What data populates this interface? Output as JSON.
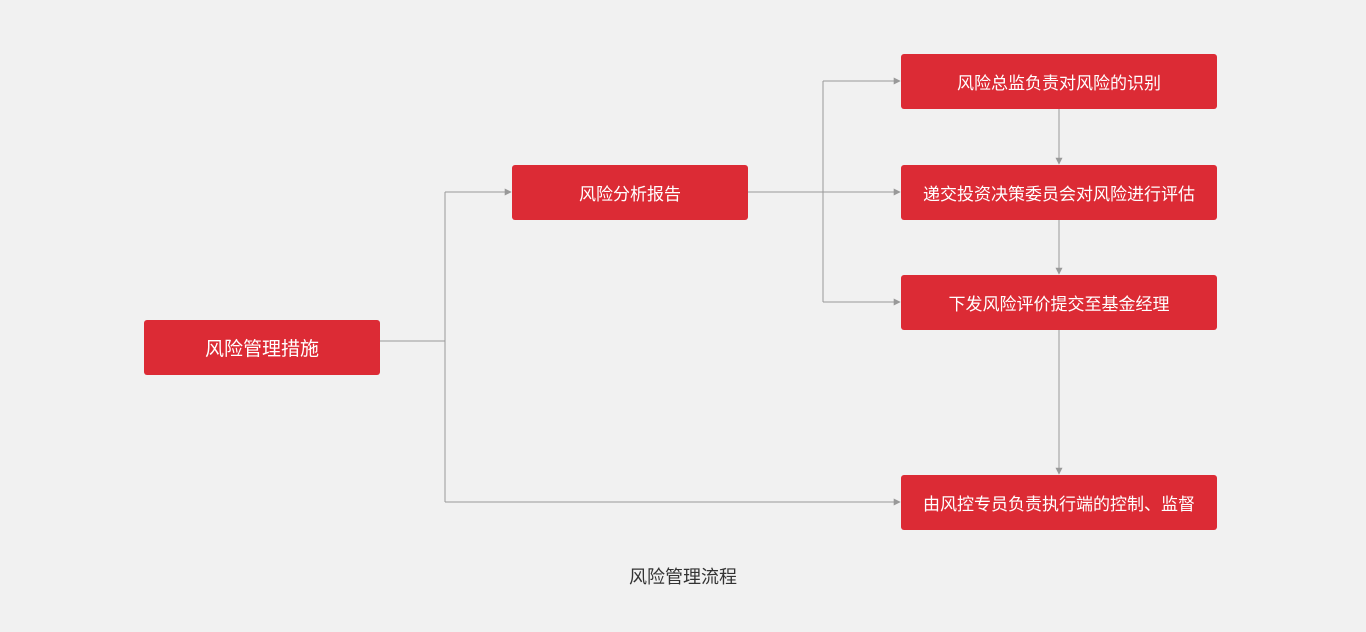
{
  "colors": {
    "background": "#f1f1f1",
    "box_fill": "#dc2b35",
    "box_text": "#ffffff",
    "connector": "#999999",
    "caption_text": "#333333"
  },
  "nodes": {
    "root": "风险管理措施",
    "report": "风险分析报告",
    "identify": "风险总监负责对风险的识别",
    "evaluate": "递交投资决策委员会对风险进行评估",
    "dispatch": "下发风险评价提交至基金经理",
    "control": "由风控专员负责执行端的控制、监督"
  },
  "caption": "风险管理流程"
}
